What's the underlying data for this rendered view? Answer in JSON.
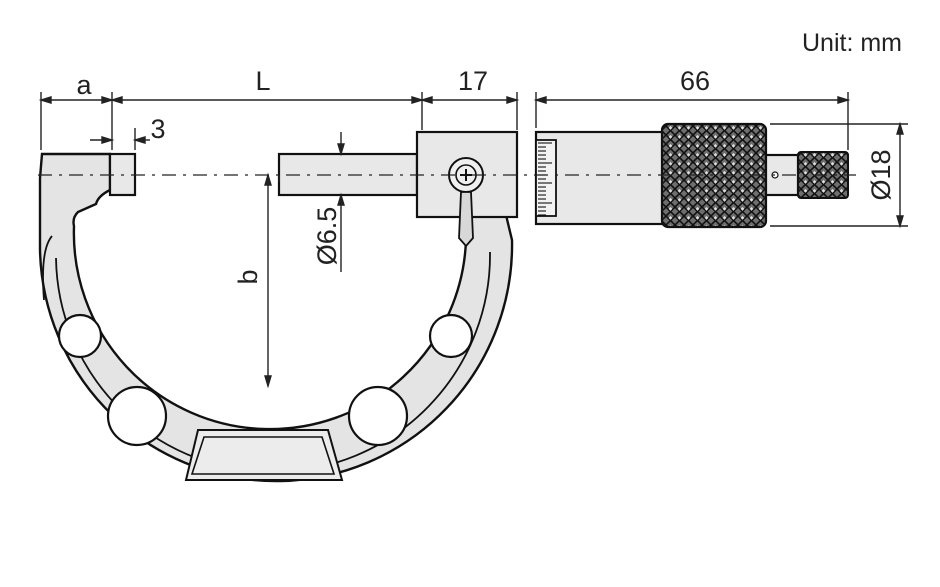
{
  "unit_label": "Unit: mm",
  "dimensions": {
    "a": "a",
    "three": "3",
    "L": "L",
    "seventeen": "17",
    "sixty_six": "66",
    "b": "b",
    "spindle_dia": "Ø6.5",
    "thimble_dia": "Ø18"
  }
}
